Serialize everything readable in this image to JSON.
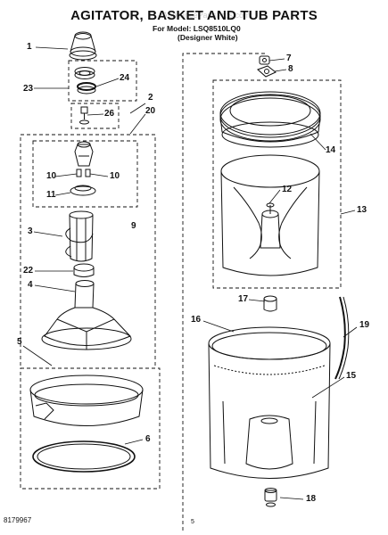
{
  "header": {
    "title": "AGITATOR, BASKET AND TUB PARTS",
    "model_line": "For Model: LSQ8510LQ0",
    "variant_line": "(Designer White)"
  },
  "watermark": "AppliancePartsPros.com",
  "callouts": {
    "c1": "1",
    "c23": "23",
    "c24": "24",
    "c2": "2",
    "c20": "20",
    "c26": "26",
    "c10a": "10",
    "c10b": "10",
    "c11": "11",
    "c9": "9",
    "c3": "3",
    "c22": "22",
    "c4": "4",
    "c5": "5",
    "c6": "6",
    "c7": "7",
    "c8": "8",
    "c14": "14",
    "c12": "12",
    "c13": "13",
    "c17": "17",
    "c16": "16",
    "c19": "19",
    "c15": "15",
    "c18": "18"
  },
  "footer": {
    "doc_number": "8179967",
    "page_mark": "5"
  }
}
